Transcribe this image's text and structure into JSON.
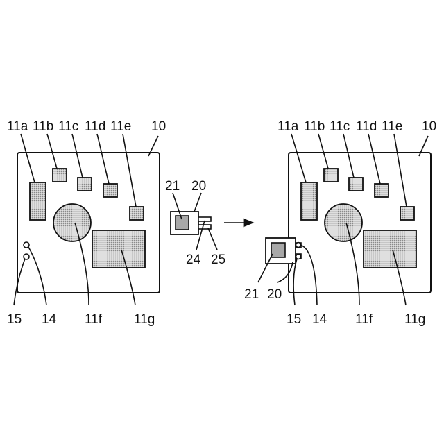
{
  "labels": {
    "board": "10",
    "c11a": "11a",
    "c11b": "11b",
    "c11c": "11c",
    "c11d": "11d",
    "c11e": "11e",
    "c11f": "11f",
    "c11g": "11g",
    "pad14": "14",
    "pad15": "15",
    "module20": "20",
    "chip21": "21",
    "lead24": "24",
    "lead25": "25"
  },
  "colors": {
    "line": "#111111",
    "chip_fill": "#a8a8a8",
    "dot_fill": "#9a9a9a"
  }
}
